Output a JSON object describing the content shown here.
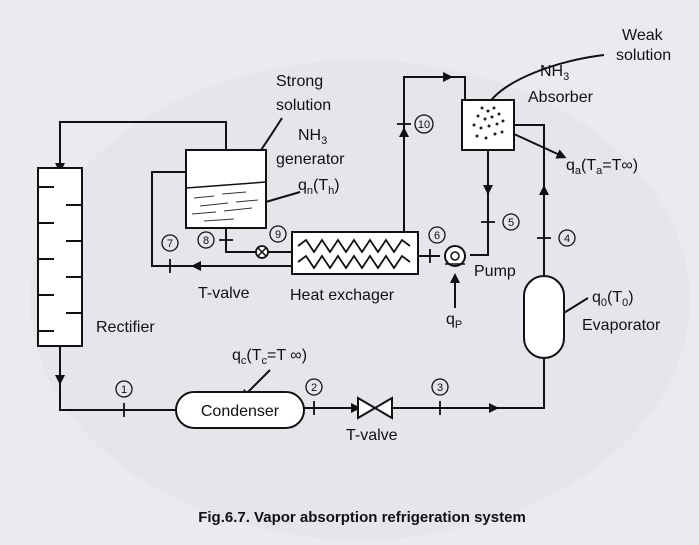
{
  "caption": "Fig.6.7. Vapor absorption refrigeration system",
  "labels": {
    "weak_solution_1": "Weak",
    "weak_solution_2": "solution",
    "nh3_absorber": "NH",
    "nh3_absorber_sub": "3",
    "absorber": "Absorber",
    "strong_solution_1": "Strong",
    "strong_solution_2": "solution",
    "nh3_generator": "NH",
    "nh3_generator_sub": "3",
    "generator": "generator",
    "qn_main": "q",
    "qn_sub": "n",
    "qn_rest": "(T",
    "qn_sub2": "h",
    "qn_end": ")",
    "qa_main": "q",
    "qa_sub": "a",
    "qa_rest": "(T",
    "qa_sub2": "a",
    "qa_end": "=T∞)",
    "t_valve_top": "T-valve",
    "heat_exchanger": "Heat exchager",
    "pump": "Pump",
    "qp_main": "q",
    "qp_sub": "P",
    "q0_main": "q",
    "q0_sub": "0",
    "q0_rest": "(T",
    "q0_sub2": "0",
    "q0_end": ")",
    "evaporator": "Evaporator",
    "rectifier": "Rectifier",
    "qc_main": "q",
    "qc_sub": "c",
    "qc_rest": "(T",
    "qc_sub2": "c",
    "qc_end": "=T ∞)",
    "condenser": "Condenser",
    "t_valve_bottom": "T-valve"
  },
  "state_points": [
    "1",
    "2",
    "3",
    "4",
    "5",
    "6",
    "7",
    "8",
    "9",
    "10"
  ],
  "colors": {
    "background": "#eceaf1",
    "line": "#111111",
    "component_fill": "#ffffff"
  }
}
